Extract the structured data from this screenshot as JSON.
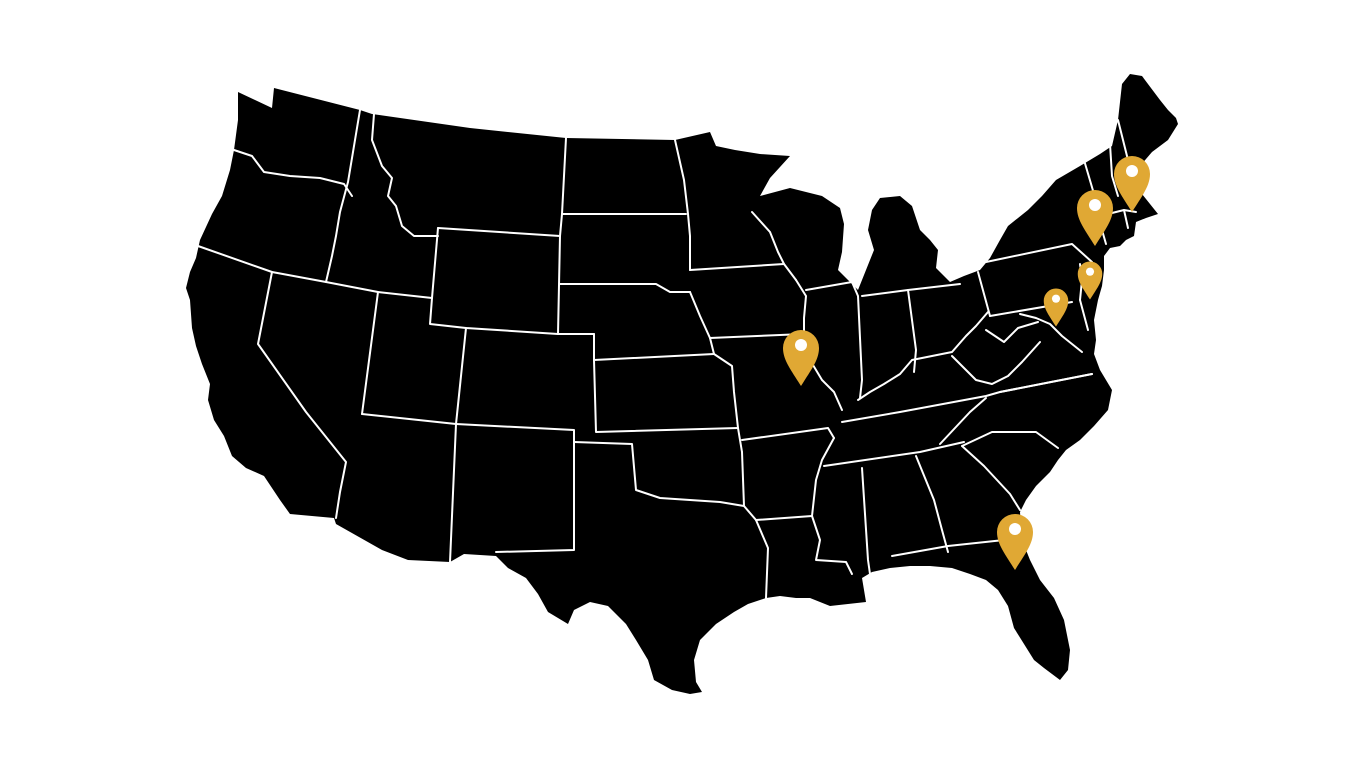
{
  "map": {
    "land_color": "#000000",
    "border_color": "#ffffff",
    "background_color": "#ffffff",
    "marker_color": "#E0A834",
    "marker_dot_color": "#ffffff",
    "marker_icon": "map-pin-icon"
  },
  "markers": [
    {
      "id": "marker-st-louis"
    },
    {
      "id": "marker-boston"
    },
    {
      "id": "marker-upstate-new-york"
    },
    {
      "id": "marker-new-jersey"
    },
    {
      "id": "marker-washington-dc"
    },
    {
      "id": "marker-jacksonville"
    }
  ]
}
